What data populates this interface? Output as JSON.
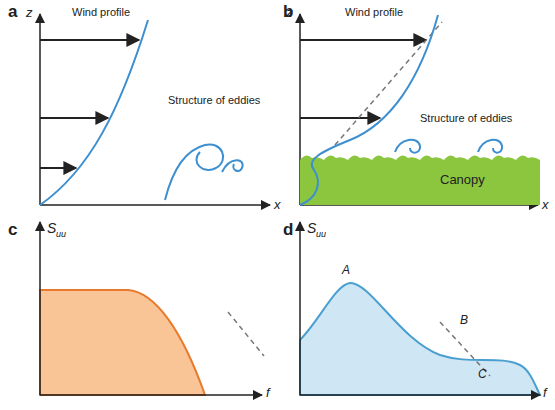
{
  "diagram": {
    "nodes": [
      {
        "text": [
          "Canopy"
        ]
      }
    ],
    "edges": [],
    "labels": [
      "a",
      "z",
      "Wind profile",
      "Structure of eddies",
      "x",
      "b",
      "z",
      "Wind profile",
      "Structure of eddies",
      "x",
      "c",
      "S",
      "uu",
      "f",
      "d",
      "S",
      "uu",
      "A",
      "B",
      "C",
      "f"
    ]
  }
}
